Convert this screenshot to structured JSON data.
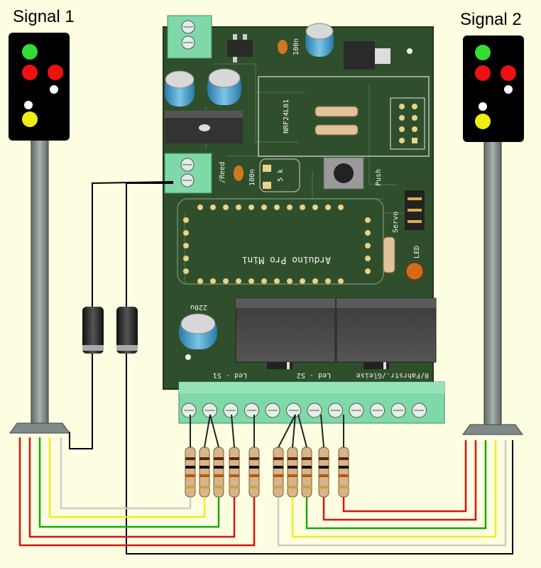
{
  "signals": [
    {
      "title": "Signal 1"
    },
    {
      "title": "Signal 2"
    }
  ],
  "pcb": {
    "module": "Arduino Pro Mini",
    "radio": "NRF24L01",
    "reed": "/Reed",
    "push": "Push",
    "servo": "Servo",
    "led": "LED",
    "cap1": "100n",
    "cap2": "100n",
    "cap3": "220u",
    "pot": "5 k",
    "terminal_label_1": "Led - S1",
    "terminal_label_2": "Led - S2",
    "terminal_label_3": "0/Fahrstr./Gleise",
    "plus": "+",
    "minus": "-"
  },
  "colors": {
    "background": "#fdfde1",
    "board": "#2f4f2c",
    "terminal": "#7fd8a8",
    "wire_red": "#dd1111",
    "wire_green": "#11aa11",
    "wire_yellow": "#eeee22",
    "wire_white": "#cccccc",
    "wire_black": "#000000"
  }
}
